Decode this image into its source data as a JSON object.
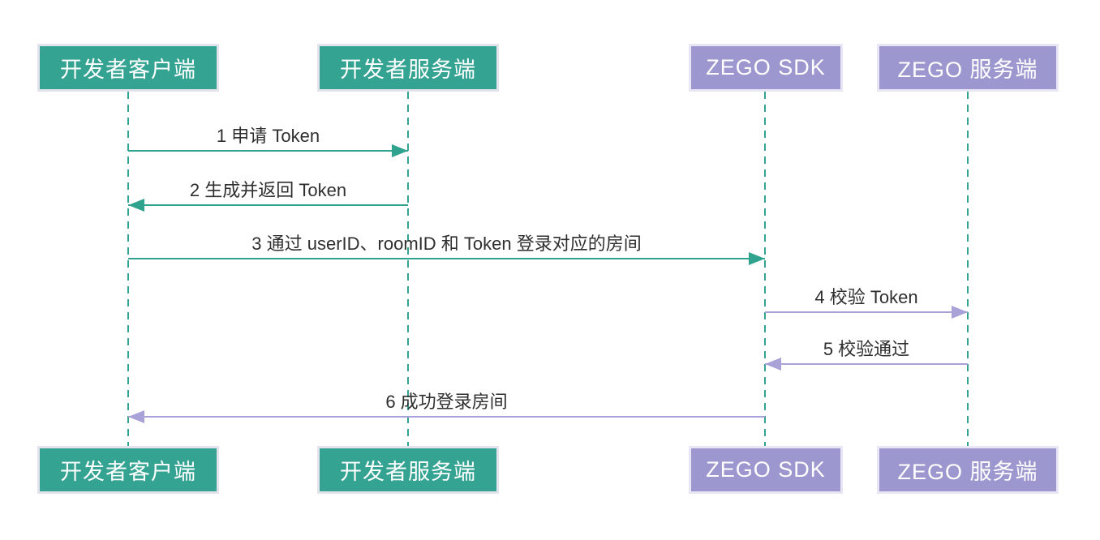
{
  "diagram": {
    "type": "sequence",
    "participants": [
      {
        "id": "dev-client",
        "label": "开发者客户端",
        "color": "#35a392"
      },
      {
        "id": "dev-server",
        "label": "开发者服务端",
        "color": "#35a392"
      },
      {
        "id": "zego-sdk",
        "label": "ZEGO SDK",
        "color": "#9d97cf"
      },
      {
        "id": "zego-server",
        "label": "ZEGO 服务端",
        "color": "#9d97cf"
      }
    ],
    "messages": [
      {
        "seq": 1,
        "label": "1 申请 Token",
        "from": "dev-client",
        "to": "dev-server",
        "color": "#2fa38e"
      },
      {
        "seq": 2,
        "label": "2 生成并返回 Token",
        "from": "dev-server",
        "to": "dev-client",
        "color": "#2fa38e"
      },
      {
        "seq": 3,
        "label": "3 通过 userID、roomID 和 Token 登录对应的房间",
        "from": "dev-client",
        "to": "zego-sdk",
        "color": "#2fa38e"
      },
      {
        "seq": 4,
        "label": "4 校验 Token",
        "from": "zego-sdk",
        "to": "zego-server",
        "color": "#a8a2d9"
      },
      {
        "seq": 5,
        "label": "5 校验通过",
        "from": "zego-server",
        "to": "zego-sdk",
        "color": "#a8a2d9"
      },
      {
        "seq": 6,
        "label": "6 成功登录房间",
        "from": "zego-sdk",
        "to": "dev-client",
        "color": "#a8a2d9"
      }
    ],
    "colors": {
      "actor_teal": "#35a392",
      "actor_purple": "#9d97cf",
      "arrow_teal": "#2fa38e",
      "arrow_purple": "#a8a2d9",
      "lifeline": "#35a392",
      "message_text": "#2f2f2f",
      "actor_text": "#ffffff",
      "background": "#ffffff"
    }
  }
}
